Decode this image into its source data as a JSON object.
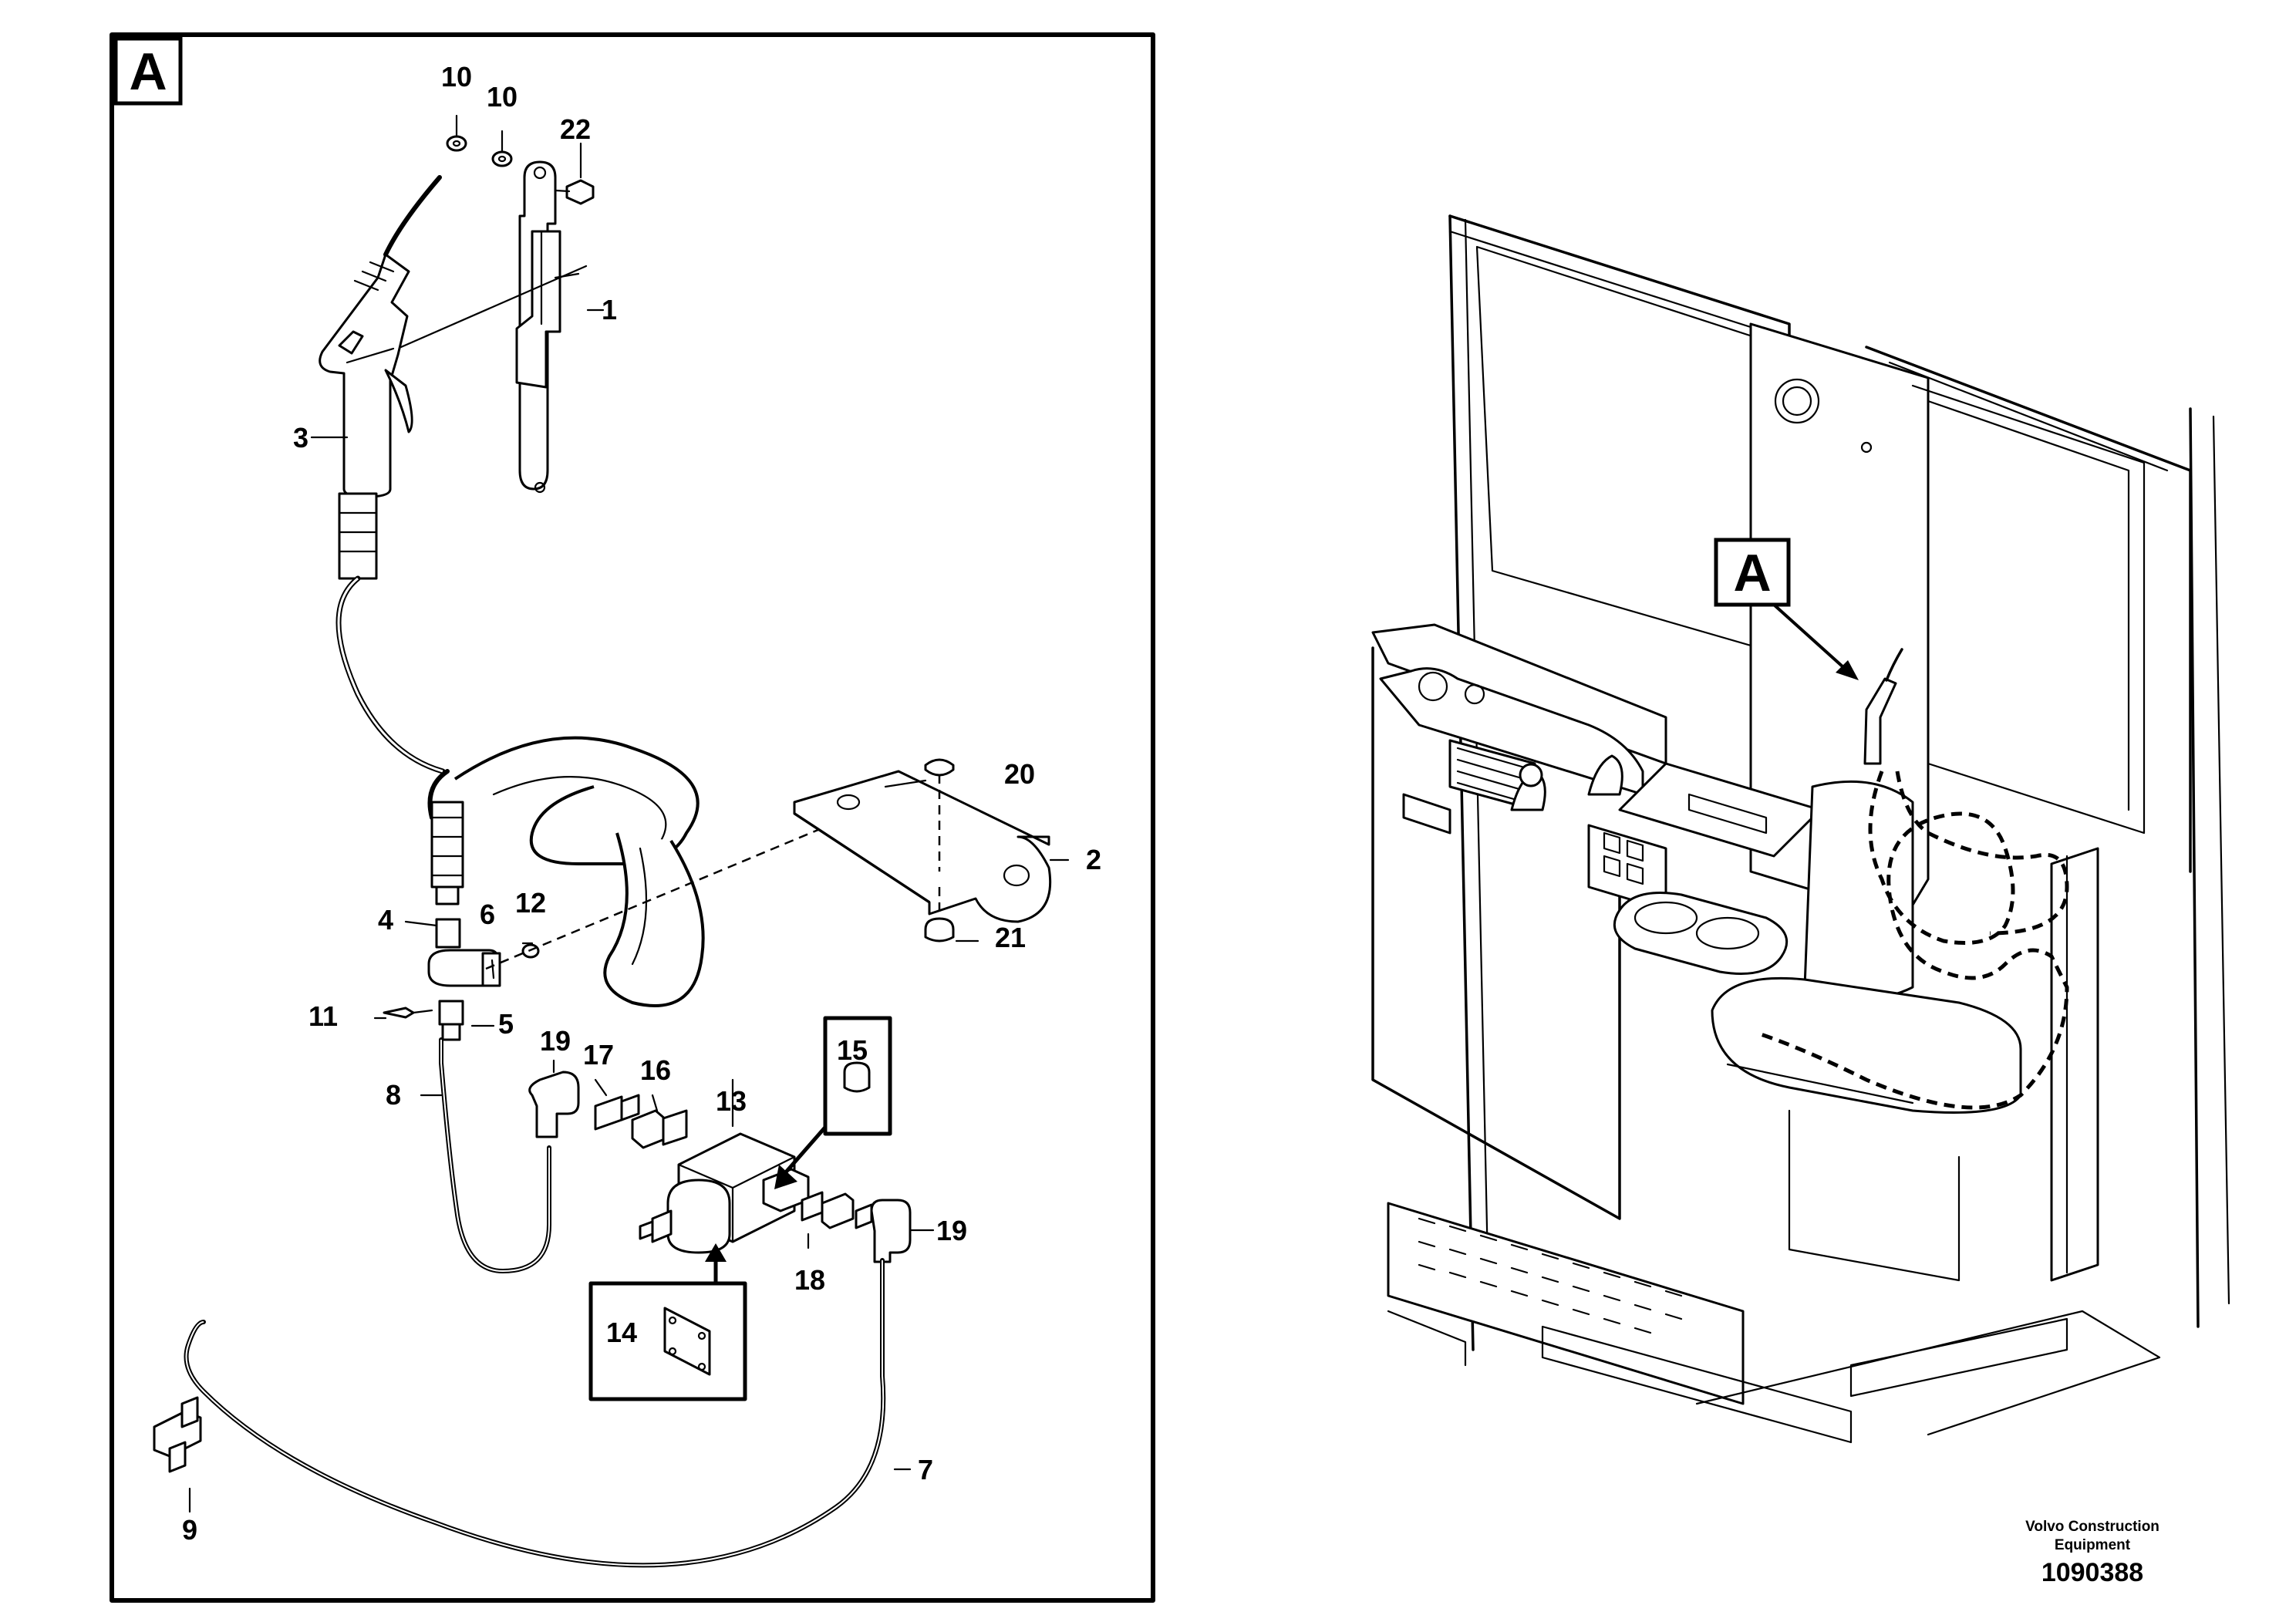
{
  "detail_view": {
    "letter": "A",
    "callouts": {
      "p1": "1",
      "p2": "2",
      "p3": "3",
      "p4": "4",
      "p5": "5",
      "p6": "6",
      "p7": "7",
      "p8": "8",
      "p9": "9",
      "p10a": "10",
      "p10b": "10",
      "p11": "11",
      "p12": "12",
      "p13": "13",
      "p14": "14",
      "p15": "15",
      "p16": "16",
      "p17": "17",
      "p18": "18",
      "p19a": "19",
      "p19b": "19",
      "p20": "20",
      "p21": "21",
      "p22": "22"
    }
  },
  "overview": {
    "location_letter": "A"
  },
  "footer": {
    "brand_line1": "Volvo Construction",
    "brand_line2": "Equipment",
    "doc_number": "1090388"
  }
}
